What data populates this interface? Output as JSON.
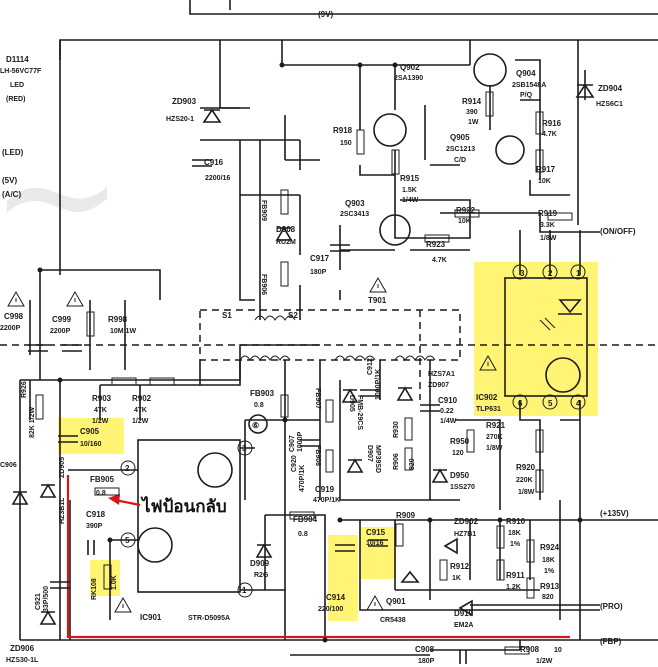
{
  "colors": {
    "highlight": "#fff25a",
    "feedback_path": "#d81616",
    "ink": "#1c1c1c"
  },
  "nets": {
    "top": "(9V)",
    "on_off": "(ON/OFF)",
    "plus135": "(+135V)",
    "p6": "⑥",
    "pro": "(PRO)",
    "fbp": "(FBP)",
    "left_5v": "(5V)",
    "left_led": "(LED)",
    "left_ac": "(A/C)"
  },
  "note_thai": "ไฟป้อนกลับ",
  "components": {
    "d1114": [
      "D1114",
      "LH-56VC77F",
      "LED",
      "(RED)"
    ],
    "zd903": [
      "ZD903",
      "HZS20-1"
    ],
    "c916": [
      "C916",
      "2200/16"
    ],
    "fb909": "FB909",
    "d908": [
      "D908",
      "RU2M"
    ],
    "fb906": "FB906",
    "c917": [
      "C917",
      "180P"
    ],
    "q902": [
      "Q902",
      "2SA1390"
    ],
    "r918": [
      "R918",
      "150"
    ],
    "r915": [
      "R915",
      "1.5K",
      "1/4W"
    ],
    "q903": [
      "Q903",
      "2SC3413"
    ],
    "q904": [
      "Q904",
      "2SB1548A",
      "P/Q"
    ],
    "r914": [
      "R914",
      "390",
      "1W"
    ],
    "q905": [
      "Q905",
      "2SC1213",
      "C/D"
    ],
    "zd904": [
      "ZD904",
      "HZS6C1"
    ],
    "r916": [
      "R916",
      "4.7K"
    ],
    "r917": [
      "R917",
      "10K"
    ],
    "r922": [
      "R922",
      "10K"
    ],
    "r923": [
      "R923",
      "4.7K"
    ],
    "r919": [
      "R919",
      "3.3K",
      "1/8W"
    ],
    "t901": "T901",
    "s1": "S1",
    "s2": "S2",
    "c998": [
      "C998",
      "2200P"
    ],
    "c999": [
      "C999",
      "2200P"
    ],
    "r998": [
      "R998",
      "10M 1W"
    ],
    "ic902": [
      "IC902",
      "TLP631"
    ],
    "pins_top": [
      "3",
      "2",
      "1"
    ],
    "pins_bottom": [
      "6",
      "5",
      "4"
    ],
    "r903": [
      "R903",
      "47K",
      "1/2W"
    ],
    "r902": [
      "R902",
      "47K",
      "1/2W"
    ],
    "r926": [
      "R926",
      "82K 1/2W"
    ],
    "c905": [
      "C905",
      "10/160"
    ],
    "fb903": [
      "FB903",
      "0.8"
    ],
    "fb907": "FB907",
    "d905": [
      "D905",
      "FMB-29CS"
    ],
    "c912": [
      "C912",
      "1000P/1K"
    ],
    "zd907": [
      "ZD907",
      "HZS7A1"
    ],
    "c910": [
      "C910",
      "0.22",
      "1/4W"
    ],
    "c920": [
      "C920",
      "470P/1K"
    ],
    "c907": [
      "C907",
      "1000P"
    ],
    "fb908": "FB908",
    "d907": [
      "D907",
      "MP39SD"
    ],
    "r930": [
      "R930",
      "10"
    ],
    "r906": [
      "R906",
      "820"
    ],
    "r950": [
      "R950",
      "120"
    ],
    "d950": [
      "D950",
      "1SS270"
    ],
    "r921": [
      "R921",
      "270K",
      "1/8W"
    ],
    "r920": [
      "R920",
      "220K",
      "1/8W"
    ],
    "c919": [
      "C919",
      "470P/1K"
    ],
    "fb905": [
      "FB905",
      "0.8"
    ],
    "zd905": [
      "ZD905",
      "HZ3B1L"
    ],
    "c918": [
      "C918",
      "390P"
    ],
    "fb904": [
      "FB904",
      "0.8"
    ],
    "c915": [
      "C915",
      "10/16"
    ],
    "r909": "R909",
    "zd902": [
      "ZD902",
      "HZ7B1"
    ],
    "r910": [
      "R910",
      "18K",
      "1%"
    ],
    "r924": [
      "R924",
      "18K",
      "1%"
    ],
    "r912": [
      "R912",
      "1K"
    ],
    "r911": [
      "R911",
      "1.2K"
    ],
    "r913": [
      "R913",
      "820"
    ],
    "r108": [
      "RK108",
      "1.0K"
    ],
    "c921": [
      "C921",
      "33P/500"
    ],
    "d909": [
      "D909",
      "R2G"
    ],
    "c914": [
      "C914",
      "220/100"
    ],
    "q901": [
      "Q901",
      "CR5438"
    ],
    "d910": [
      "D910",
      "EM2A"
    ],
    "ic901": [
      "IC901",
      "STR-D5095A"
    ],
    "zd906": [
      "ZD906",
      "HZS30-1L"
    ],
    "c908": [
      "C908",
      "180P"
    ],
    "r908": [
      "R908",
      "10",
      "1/2W"
    ],
    "c906": [
      "C906"
    ],
    "pin_labels": [
      "3",
      "2",
      "5",
      "1"
    ]
  }
}
